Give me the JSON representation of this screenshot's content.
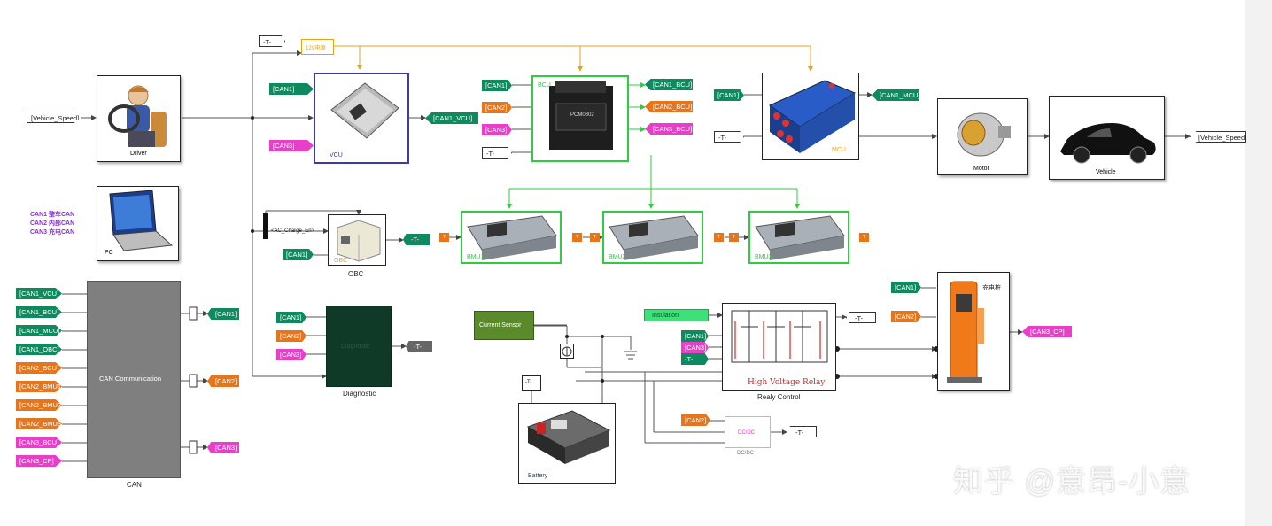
{
  "blocks": {
    "driver": "Driver",
    "pc": "PC",
    "vcu": "VCU",
    "bcu": "BCU",
    "bcu_part": "PCM0802",
    "mcu": "MCU",
    "motor": "Motor",
    "vehicle": "Vehicle",
    "obc_inner": "OBC",
    "obc": "OBC",
    "bmu1": "BMU1",
    "bmu2": "BMU2",
    "bmu3": "BMU3",
    "can_comm": "CAN Communication",
    "can": "CAN",
    "diagnostic_inner": "Diagnostic",
    "diagnostic": "Diagnostic",
    "current_sensor": "Current Sensor",
    "insulation": "Insulation",
    "hv_relay": "High Voltage Relay",
    "relay_control": "Realy Control",
    "charger_label": "充电桩",
    "dcdc_inner": "DC/DC",
    "dcdc": "DC/DC",
    "battery": "Battery",
    "power_12v": "12V电源"
  },
  "legend": [
    "CAN1 整车CAN",
    "CAN2 内部CAN",
    "CAN3 充电CAN"
  ],
  "tags": {
    "vehicle_speed_in": "[Vehicle_Speed]",
    "vehicle_speed_out": "[Vehicle_Speed]",
    "t": "-T-",
    "t_short": "T",
    "can1": "[CAN1]",
    "can2": "[CAN2]",
    "can3": "[CAN3]",
    "can1_vcu": "[CAN1_VCU]",
    "can1_bcu": "[CAN1_BCU]",
    "can2_bcu": "[CAN2_BCU]",
    "can3_bcu": "[CAN3_BCU]",
    "can1_mcu": "[CAN1_MCU]",
    "can1_obc": "[CAN1_OBC]",
    "can2_bmu1": "[CAN2_BMU1]",
    "can2_bmu2": "[CAN2_BMU2]",
    "can2_bmu3": "[CAN2_BMU3]",
    "can3_cp": "[CAN3_CP]",
    "ac_charge": "<AC_Charge_En>"
  },
  "watermark": "知乎 @意昂-小意",
  "colors": {
    "can1": "#0f8a5f",
    "can2": "#e6761d",
    "can3": "#e83ec8",
    "green_border": "#2ecc40",
    "power_line": "#e8a21a",
    "signal_line": "#555555"
  }
}
